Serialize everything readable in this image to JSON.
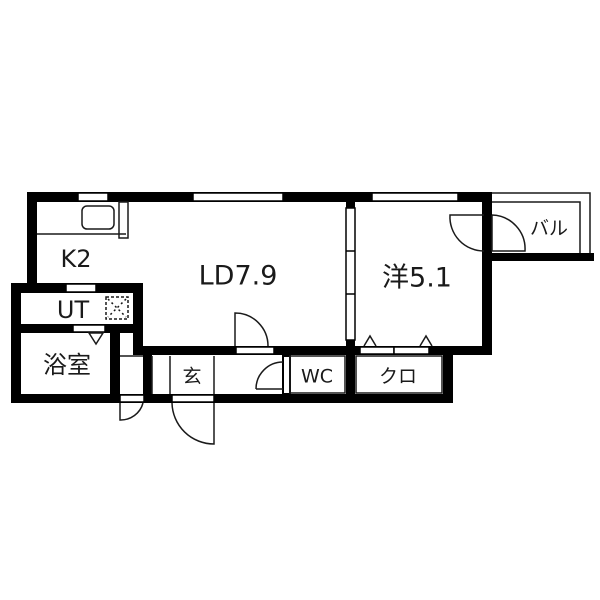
{
  "floorplan": {
    "colors": {
      "wall": "#000000",
      "background": "#ffffff",
      "line": "#1a1a1a"
    },
    "rooms": [
      {
        "id": "kitchen",
        "label": "K2"
      },
      {
        "id": "living-dining",
        "label": "LD7.9"
      },
      {
        "id": "western-room",
        "label": "洋5.1"
      },
      {
        "id": "balcony",
        "label": "バル"
      },
      {
        "id": "utility",
        "label": "UT"
      },
      {
        "id": "bathroom",
        "label": "浴室"
      },
      {
        "id": "entrance",
        "label": "玄"
      },
      {
        "id": "toilet",
        "label": "WC"
      },
      {
        "id": "closet",
        "label": "クロ"
      }
    ]
  }
}
